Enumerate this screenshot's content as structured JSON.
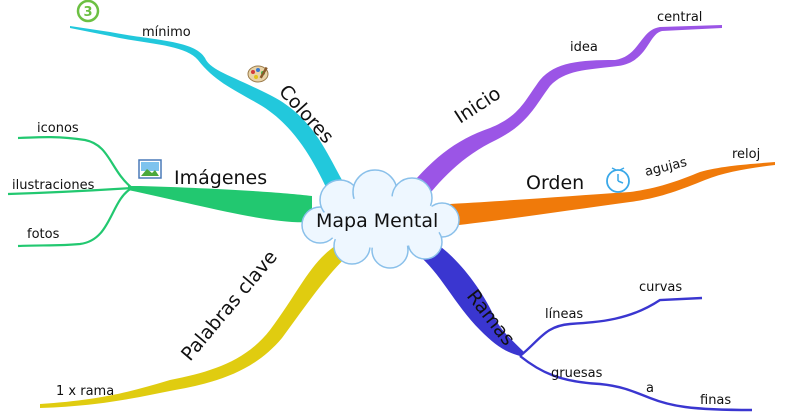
{
  "center": {
    "label": "Mapa Mental"
  },
  "branches": {
    "colores": {
      "label": "Colores",
      "color": "#22c8dc",
      "badge": "3",
      "badge_color": "#6cc043",
      "icon": "palette-icon",
      "children": {
        "minimo": "mínimo"
      }
    },
    "imagenes": {
      "label": "Imágenes",
      "color": "#22c870",
      "icon": "picture-icon",
      "children": {
        "iconos": "iconos",
        "ilustraciones": "ilustraciones",
        "fotos": "fotos"
      }
    },
    "palabras": {
      "label": "Palabras clave",
      "color": "#e0cc10",
      "children": {
        "rama": "1 x rama"
      }
    },
    "inicio": {
      "label": "Inicio",
      "color": "#9b55e6",
      "children": {
        "idea": "idea",
        "central": "central"
      }
    },
    "orden": {
      "label": "Orden",
      "color": "#f07a0a",
      "icon": "clock-icon",
      "children": {
        "agujas": "agujas",
        "reloj": "reloj"
      }
    },
    "ramas": {
      "label": "Ramas",
      "color": "#3a36d0",
      "children": {
        "lineas": "líneas",
        "curvas": "curvas",
        "gruesas": "gruesas",
        "a": "a",
        "finas": "finas"
      }
    }
  }
}
